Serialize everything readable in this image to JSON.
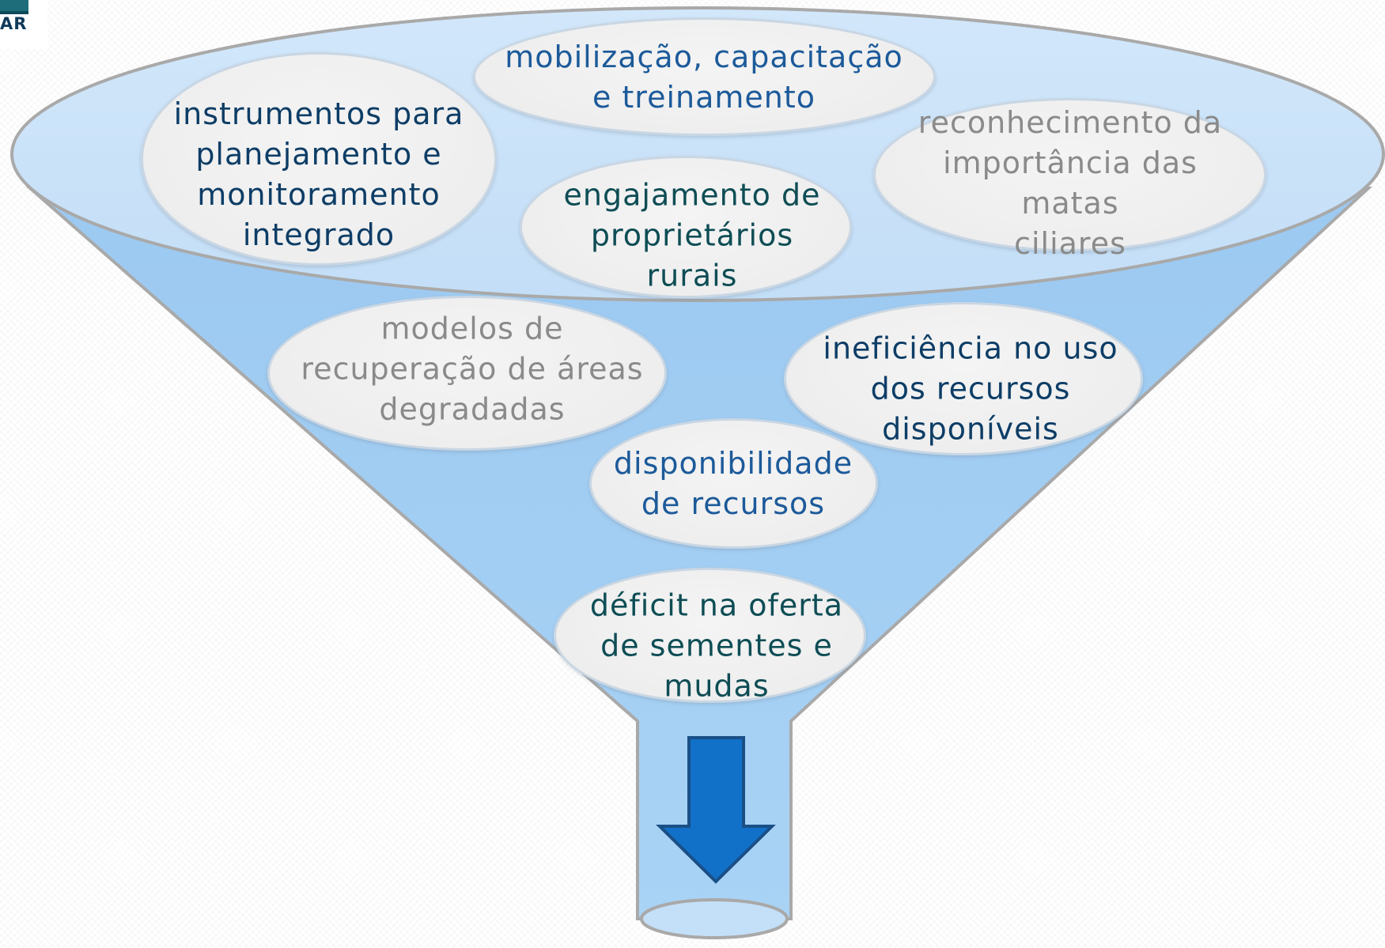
{
  "logo": {
    "text": "AR"
  },
  "colors": {
    "funnel_rim": "#c9e1f8",
    "funnel_body": "#a6cff3",
    "funnel_outline": "#a9a9a9",
    "bubble_fill": "#eeeeee",
    "arrow_fill": "#1171c9",
    "arrow_outline": "#1a4f86"
  },
  "items": [
    {
      "id": "mobilizacao",
      "text": "mobilização, capacitação\ne treinamento",
      "color": "blue"
    },
    {
      "id": "instrumentos",
      "text": "instrumentos para\nplanejamento e\nmonitoramento\nintegrado",
      "color": "navy"
    },
    {
      "id": "reconhecimento",
      "text": "reconhecimento da\nimportância das matas\nciliares",
      "color": "gray"
    },
    {
      "id": "engajamento",
      "text": "engajamento de\nproprietários\nrurais",
      "color": "teal"
    },
    {
      "id": "modelos",
      "text": "modelos de\nrecuperação de áreas\ndegradadas",
      "color": "gray"
    },
    {
      "id": "ineficiencia",
      "text": "ineficiência no uso\ndos recursos\ndisponíveis",
      "color": "navy"
    },
    {
      "id": "disponibilidade",
      "text": "disponibilidade\nde recursos",
      "color": "blue"
    },
    {
      "id": "deficit",
      "text": "déficit na oferta\nde sementes e\nmudas",
      "color": "teal"
    }
  ],
  "output_arrow": {
    "icon": "down-arrow-icon"
  }
}
